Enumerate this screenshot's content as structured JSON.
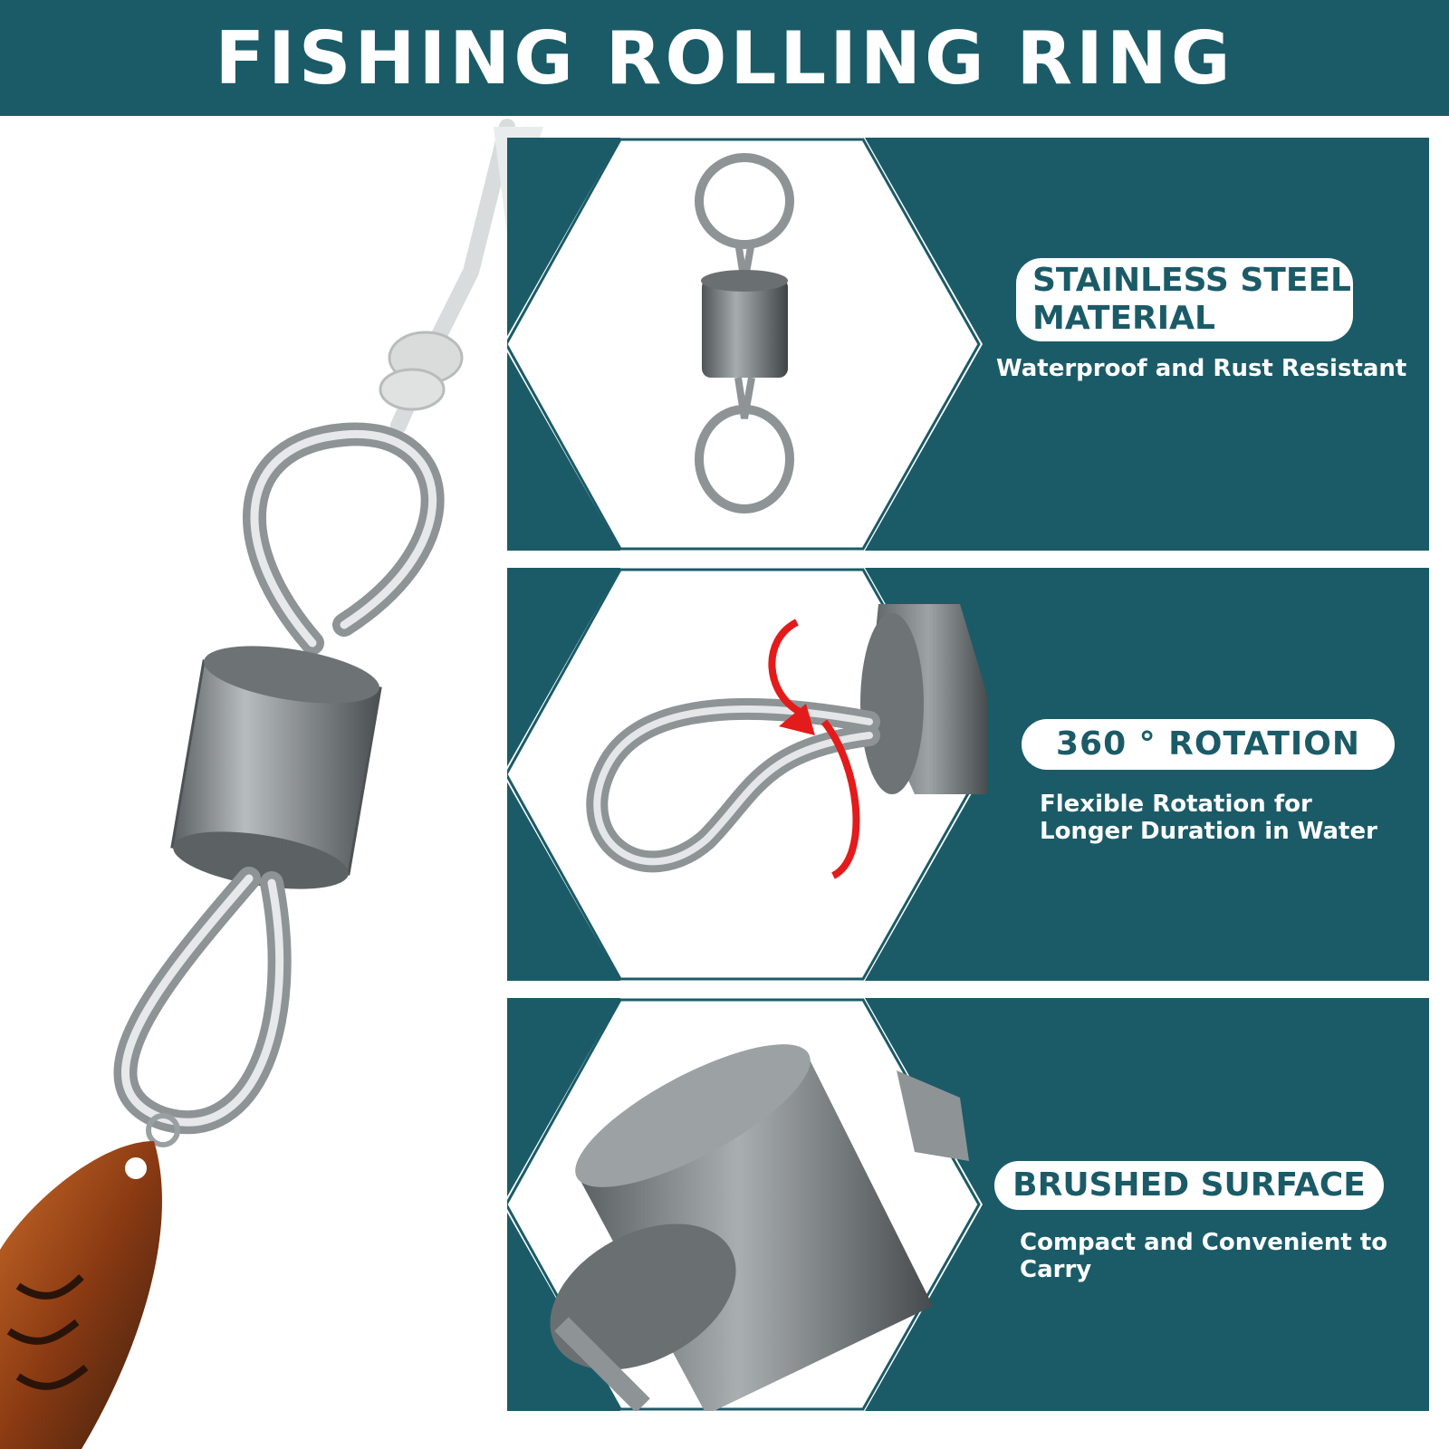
{
  "banner": {
    "title": "FISHING ROLLING RING"
  },
  "features": [
    {
      "title": "STAINLESS STEEL MATERIAL",
      "description": "Waterproof and Rust Resistant",
      "icon": "swivel-icon"
    },
    {
      "title": "360 ° ROTATION",
      "description": "Flexible Rotation for Longer Duration in Water",
      "icon": "rotation-arrow-icon"
    },
    {
      "title": "BRUSHED SURFACE",
      "description": "Compact and Convenient to Carry",
      "icon": "barrel-closeup-icon"
    }
  ],
  "colors": {
    "brand_teal": "#1b5b68",
    "text_white": "#ffffff",
    "arrow_red": "#e31b1b"
  }
}
